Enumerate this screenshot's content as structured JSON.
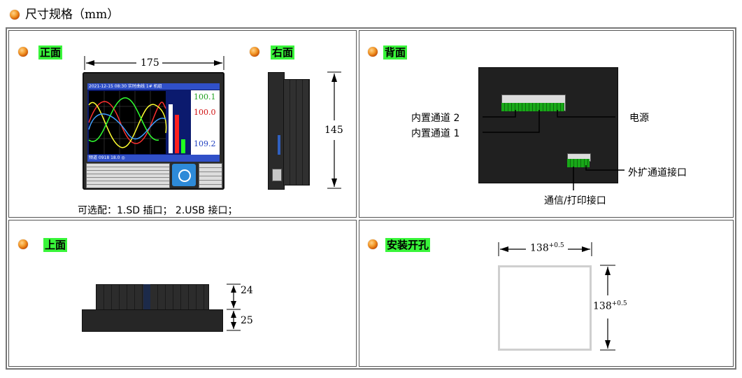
{
  "title": "尺寸规格（mm）",
  "panels": {
    "front": {
      "tag": "正面",
      "width_dim": "175",
      "screen": {
        "header_text": "2021-12-15 08:30 实时曲线 1# 机组",
        "values": [
          "100.1",
          "100.0",
          "109.2"
        ],
        "footer_text": "频道 0918 18.0 ◎"
      },
      "note": "可选配：1.SD 插口；  2.USB 接口；"
    },
    "right": {
      "tag": "右面",
      "height_dim": "145"
    },
    "back": {
      "tag": "背面",
      "labels": {
        "ch2": "内置通道 2",
        "ch1": "内置通道 1",
        "power": "电源",
        "ext": "外扩通道接口",
        "comm": "通信/打印接口"
      }
    },
    "top": {
      "tag": "上面",
      "dim_a": "24",
      "dim_b": "25"
    },
    "cutout": {
      "tag": "安装开孔",
      "dim": "138",
      "tol": "+0.5"
    }
  },
  "colors": {
    "tag_bg": "#39f53a",
    "screen_bg": "#0b1a6e"
  }
}
